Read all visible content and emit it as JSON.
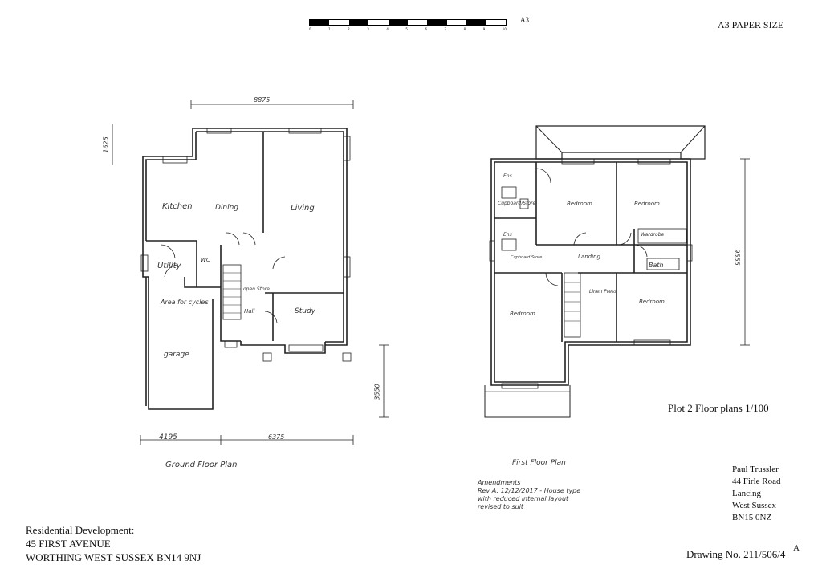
{
  "header": {
    "scale_label": "A3",
    "paper_size": "A3 PAPER SIZE",
    "scale_ticks": [
      "0",
      "1",
      "2",
      "3",
      "4",
      "5",
      "6",
      "7",
      "8",
      "9",
      "10"
    ]
  },
  "ground_floor": {
    "caption": "Ground Floor Plan",
    "dims": {
      "top": "8875",
      "left": "1625",
      "bottom_left": "4195",
      "bottom_right": "6375",
      "right": "3550"
    },
    "rooms": {
      "kitchen": "Kitchen",
      "dining": "Dining",
      "living": "Living",
      "utility": "Utility",
      "wc": "WC",
      "store": "open Store",
      "hall": "Hall",
      "study": "Study",
      "garage": "garage",
      "area_note": "Area for cycles"
    }
  },
  "first_floor": {
    "caption": "First Floor Plan",
    "dims": {
      "right": "9555"
    },
    "rooms": {
      "ens1": "Ens",
      "cupboard": "Cupboard/Store",
      "bedroom1": "Bedroom",
      "bedroom2": "Bedroom",
      "ens2": "Ens",
      "cupboard2": "Cupboard Store",
      "landing": "Landing",
      "wardrobe": "Wardrobe",
      "bath": "Bath",
      "linen": "Linen Press",
      "bedroom3": "Bedroom",
      "bedroom4": "Bedroom"
    }
  },
  "plot_label": "Plot 2 Floor plans 1/100",
  "amendments": {
    "title": "Amendments",
    "line1": "Rev A: 12/12/2017 - House type",
    "line2": "with reduced internal layout",
    "line3": "revised to suit"
  },
  "architect": {
    "name": "Paul Trussler",
    "line1": "44 Firle Road",
    "line2": "Lancing",
    "line3": "West Sussex",
    "line4": "BN15 0NZ"
  },
  "project": {
    "line1": "Residential Development:",
    "line2": "45 FIRST AVENUE",
    "line3": "WORTHING WEST SUSSEX BN14 9NJ"
  },
  "drawing_no": "Drawing No. 211/506/4",
  "revision": "A"
}
